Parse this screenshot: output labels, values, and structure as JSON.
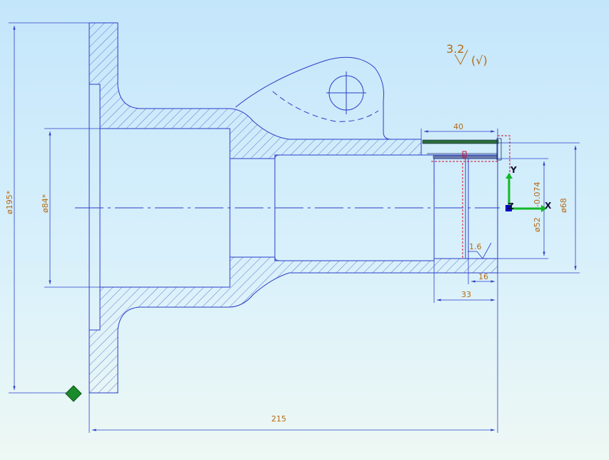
{
  "dimensions": {
    "overall_length": "215",
    "bore_length_40": "40",
    "length_33": "33",
    "length_16": "16",
    "roughness_1_6": "1.6",
    "dia_195": "ø195*",
    "dia_84": "ø84*",
    "dia_68": "ø68",
    "dia_52": "ø52",
    "tol_52": "-0.074"
  },
  "surface_finish": {
    "value": "3.2",
    "note": "(√)"
  },
  "axes": {
    "x_label": "X",
    "y_label": "Y",
    "z_label": "Z"
  },
  "colors": {
    "outline": "#2a3ec8",
    "hatch": "#3f52c8",
    "dimension_text": "#b56a14",
    "axis_green": "#12b82a",
    "axis_blue": "#0000c8",
    "toolpath_red": "#c8102e",
    "marker_green": "#1a8a2a",
    "tool_green": "#1d6b3a"
  }
}
